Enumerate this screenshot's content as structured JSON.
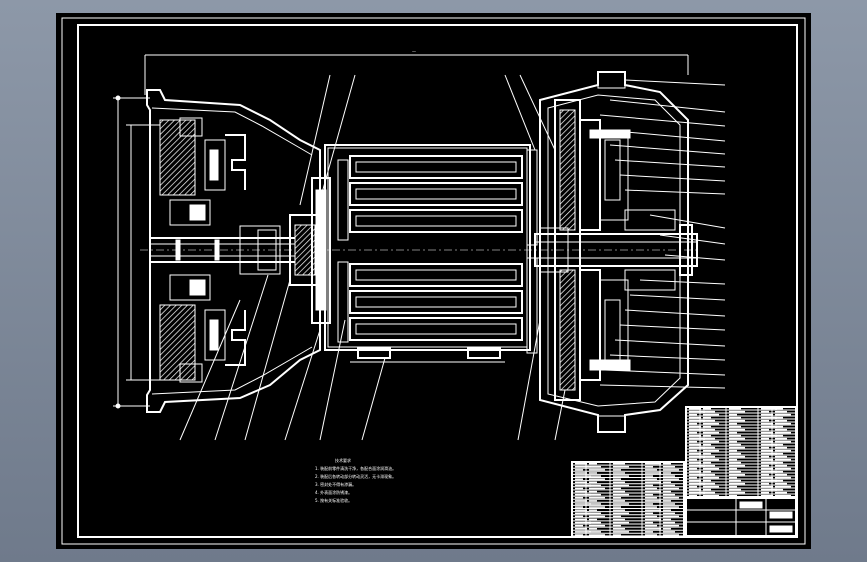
{
  "drawing": {
    "notes_heading": "技术要求",
    "notes": [
      "1. 装配前零件清洗干净，各配合面涂润滑油。",
      "2. 装配后各转动部分转动灵活，无卡滞现象。",
      "3. 密封处不得有渗漏。",
      "4. 外表面涂防锈漆。",
      "5. 按有关标准验收。"
    ]
  },
  "colors": {
    "sheet": "#000000",
    "line": "#ffffff",
    "desktop": "#7f8a9a"
  }
}
